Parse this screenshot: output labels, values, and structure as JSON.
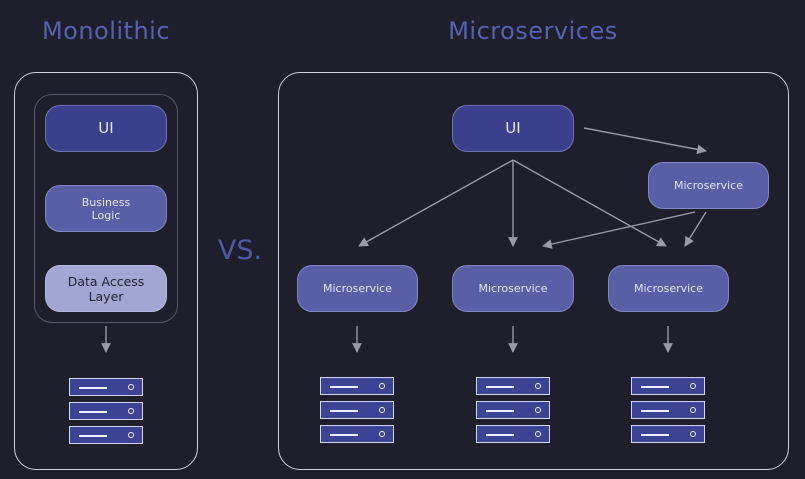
{
  "monolithic": {
    "title": "Monolithic",
    "ui_label": "UI",
    "business_label": "Business Logic",
    "data_access_label": "Data Access Layer"
  },
  "vs_label": "VS.",
  "microservices": {
    "title": "Microservices",
    "ui_label": "UI",
    "top_service_label": "Microservice",
    "services": [
      "Microservice",
      "Microservice",
      "Microservice"
    ]
  },
  "icons": {
    "server": "server-stack-icon",
    "arrow": "arrow-icon"
  },
  "colors": {
    "background": "#1f1e2b",
    "title": "#5561b3",
    "dark_box": "#3c3f8e",
    "mid_box": "#5a5ea6",
    "light_box": "#a3a6d3",
    "server": "#3c4294",
    "arrow": "#9a9aa6"
  }
}
